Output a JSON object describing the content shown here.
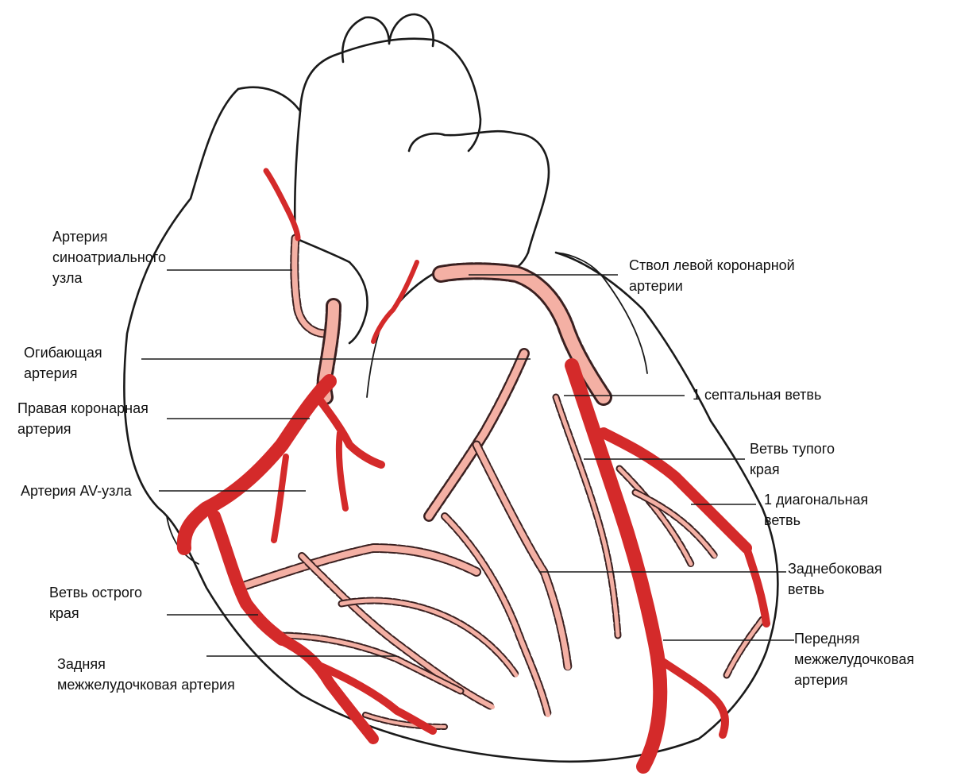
{
  "colors": {
    "front_artery": "#d42a2a",
    "back_artery": "#f4b0a4",
    "outline": "#1a1a1a",
    "background": "#ffffff"
  },
  "labels": {
    "sa_node_artery": [
      "Артерия",
      "синоатриального",
      "узла"
    ],
    "circumflex_artery": [
      "Огибающая",
      "артерия"
    ],
    "right_coronary_artery": [
      "Правая коронарная",
      "артерия"
    ],
    "av_node_artery": [
      "Артерия AV-узла"
    ],
    "acute_marginal_branch": [
      "Ветвь острого",
      "края"
    ],
    "posterior_interventricular_artery": [
      "Задняя",
      "межжелудочковая артерия"
    ],
    "left_main_trunk": [
      "Ствол левой коронарной",
      "артерии"
    ],
    "first_septal_branch": [
      "1 септальная ветвь"
    ],
    "obtuse_marginal_branch": [
      "Ветвь тупого",
      "края"
    ],
    "first_diagonal_branch": [
      "1 диагональная",
      "ветвь"
    ],
    "posterolateral_branch": [
      "Заднебоковая",
      "ветвь"
    ],
    "anterior_interventricular_artery": [
      "Передняя",
      "межжелудочковая",
      "артерия"
    ]
  }
}
